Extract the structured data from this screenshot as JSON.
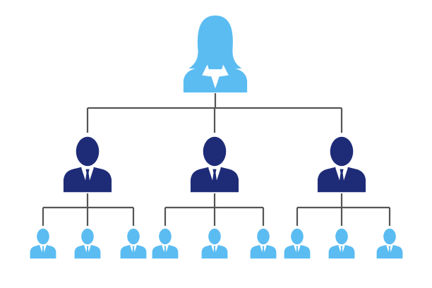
{
  "colors": {
    "leader": "#5bbcf2",
    "manager": "#1e2c78",
    "staff": "#5bbcf2",
    "connector": "#555555",
    "background": "#ffffff"
  },
  "org_chart": {
    "leader": {
      "icon": "businesswoman-icon"
    },
    "managers": [
      {
        "icon": "businessman-icon",
        "reports": 3
      },
      {
        "icon": "businessman-icon",
        "reports": 3
      },
      {
        "icon": "businessman-icon",
        "reports": 3
      }
    ]
  }
}
